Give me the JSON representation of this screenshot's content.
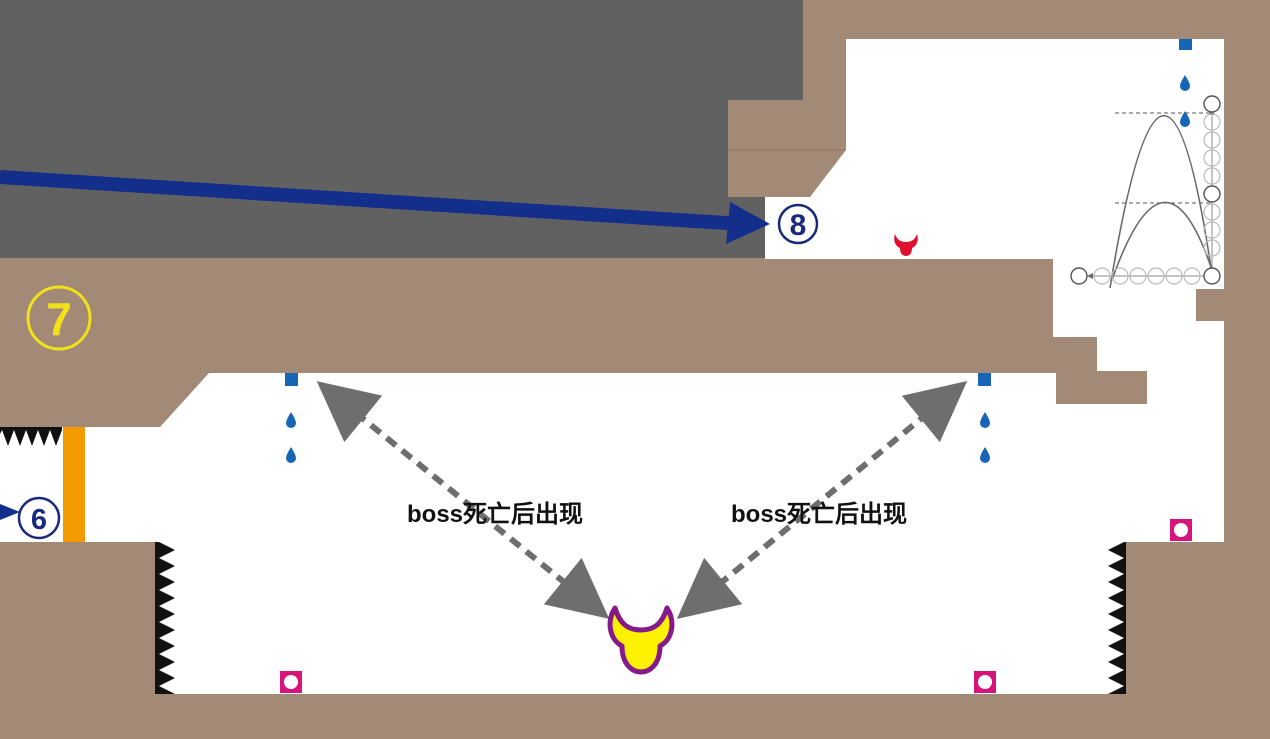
{
  "colors": {
    "wall": "#a28a76",
    "void": "#616161",
    "floor": "#ffffff",
    "route_arrow": "#142e8c",
    "marker_ring": "#1a2a7a",
    "current_room_ring": "#f2e01a",
    "current_room_number": "#f2e01a",
    "gate": "#f29a00",
    "spike": "#111111",
    "dispenser": "#1666b5",
    "drop": "#1666b5",
    "pink_block": "#d6147a",
    "boss_fill": "#fff200",
    "boss_outline": "#861a8a",
    "small_enemy": "#e0102f",
    "spawn_arrow": "#6e6e6e",
    "trajectory": "#6a6a6a"
  },
  "room_markers": {
    "current": "7",
    "next_exit": "8",
    "previous_entry": "6"
  },
  "annotations": {
    "spawn_left": "boss死亡后出现",
    "spawn_right": "boss死亡后出现"
  },
  "entities": {
    "boss": "horned-boss-icon",
    "small_enemy": "horned-minion-icon",
    "drop_dispenser": "water-dispenser-icon",
    "water_drop": "water-drop-icon",
    "pink_block": "pink-ring-block-icon",
    "spikes": "spike-strip-icon",
    "gate": "orange-gate"
  }
}
